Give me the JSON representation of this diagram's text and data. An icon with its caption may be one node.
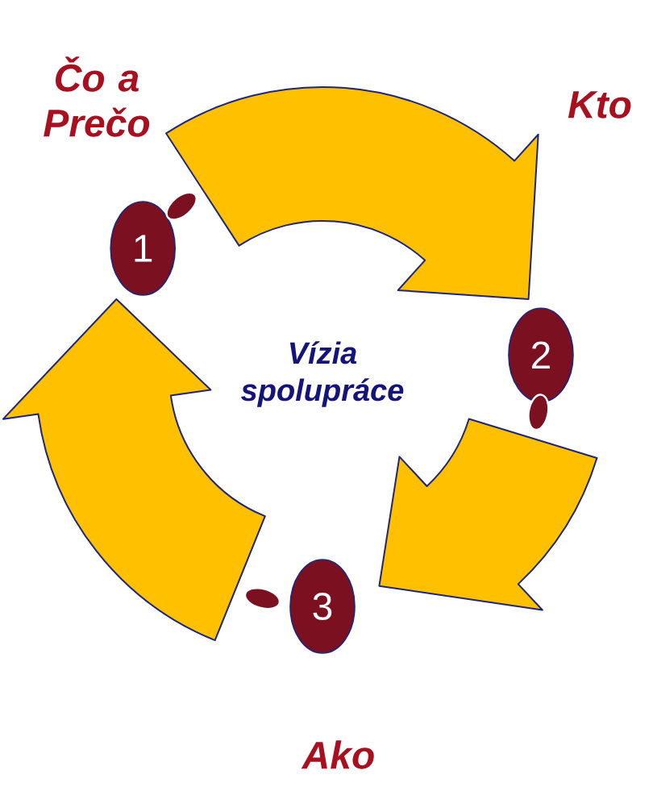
{
  "diagram": {
    "nodes": [
      {
        "text": [
          "Vízia spolupráce"
        ]
      },
      {
        "text": [
          "1"
        ]
      },
      {
        "text": [
          "2"
        ]
      },
      {
        "text": [
          "3"
        ]
      }
    ],
    "edges": [
      {
        "from": 1,
        "to": 2,
        "arrow": "to"
      },
      {
        "from": 2,
        "to": 3,
        "arrow": "to"
      },
      {
        "from": 3,
        "to": 1,
        "arrow": "to"
      }
    ],
    "labels": [
      "Čo a Prečo",
      "Kto",
      "Ako"
    ]
  }
}
